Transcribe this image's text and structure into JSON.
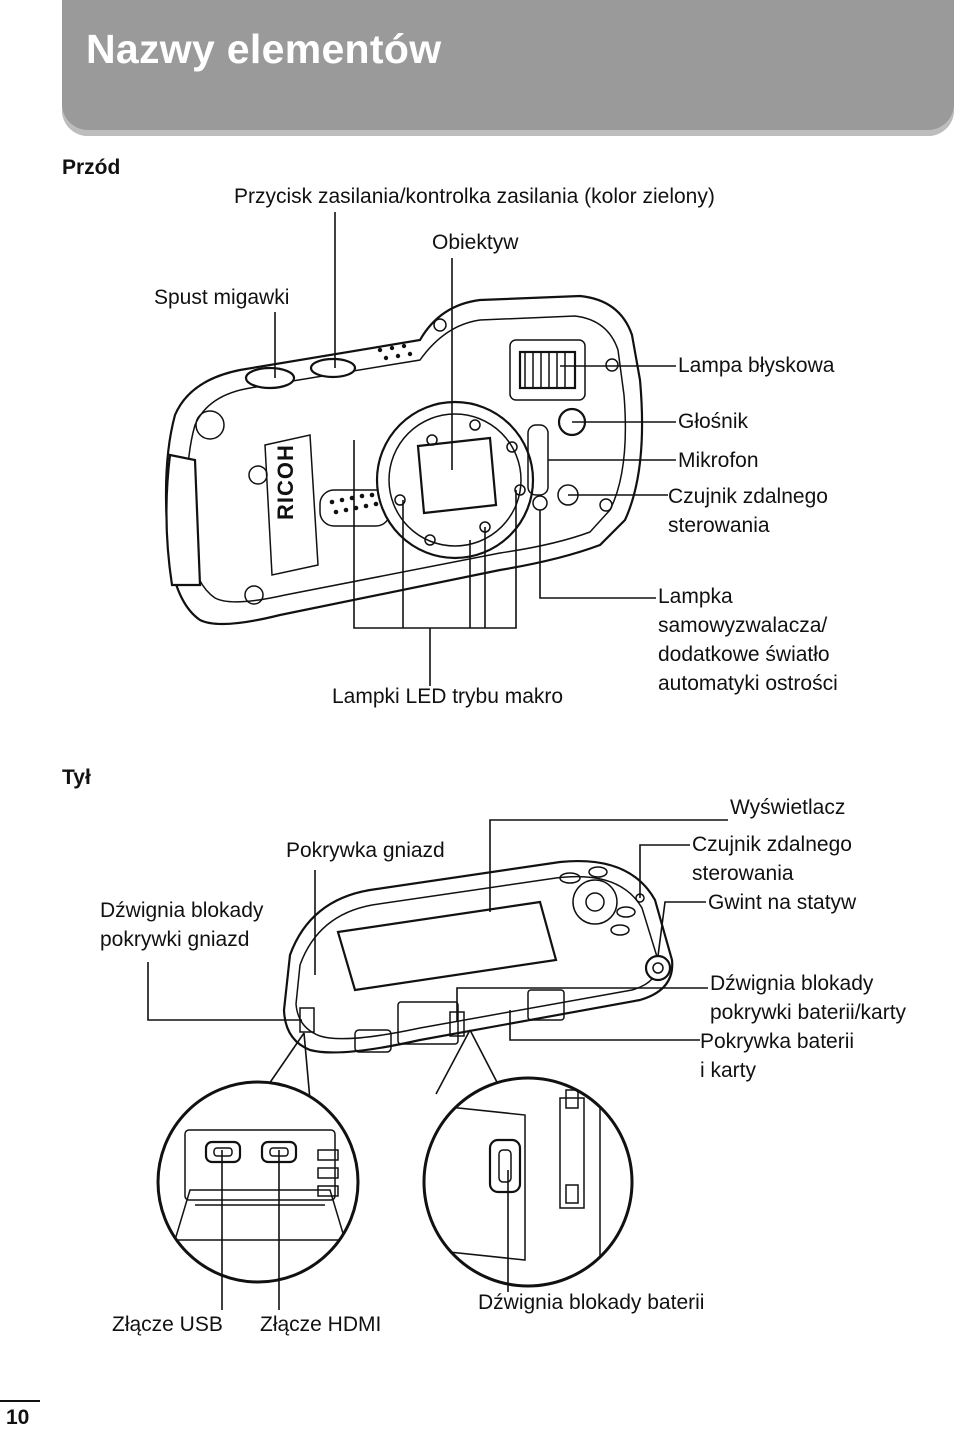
{
  "page": {
    "title": "Nazwy elementów",
    "page_number": "10"
  },
  "front": {
    "heading": "Przód",
    "labels": {
      "power": "Przycisk zasilania/kontrolka zasilania (kolor zielony)",
      "lens": "Obiektyw",
      "shutter": "Spust migawki",
      "flash": "Lampa błyskowa",
      "speaker": "Głośnik",
      "mic": "Mikrofon",
      "remote_1": "Czujnik zdalnego",
      "remote_2": "sterowania",
      "selftimer_1": "Lampka",
      "selftimer_2": "samowyzwalacza/",
      "selftimer_3": "dodatkowe światło",
      "selftimer_4": "automatyki ostrości",
      "macro": "Lampki LED trybu makro"
    },
    "brand": "RICOH"
  },
  "back": {
    "heading": "Tył",
    "labels": {
      "display": "Wyświetlacz",
      "terminal_cover": "Pokrywka gniazd",
      "remote_1": "Czujnik zdalnego",
      "remote_2": "sterowania",
      "tripod": "Gwint na statyw",
      "terminal_lock_1": "Dźwignia blokady",
      "terminal_lock_2": "pokrywki gniazd",
      "battery_lock_1": "Dźwignia blokady",
      "battery_lock_2": "pokrywki baterii/karty",
      "battery_cover_1": "Pokrywka baterii",
      "battery_cover_2": "i karty",
      "usb": "Złącze USB",
      "hdmi": "Złącze HDMI",
      "battery_lever": "Dźwignia blokady baterii"
    }
  }
}
